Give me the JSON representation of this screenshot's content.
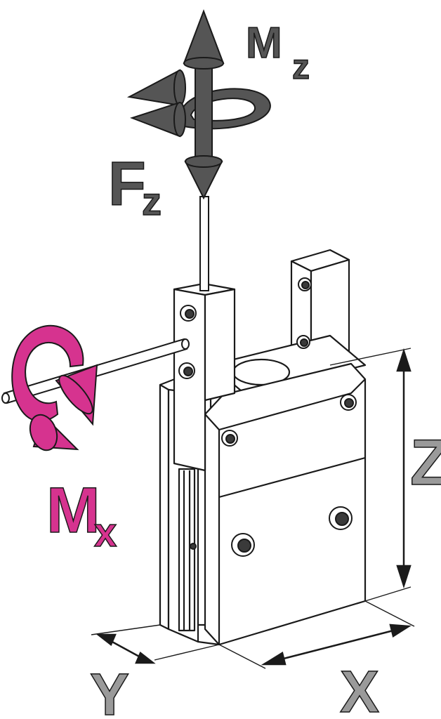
{
  "labels": {
    "mz": {
      "main": "M",
      "sub": "z"
    },
    "fz": {
      "main": "F",
      "sub": "z"
    },
    "mx": {
      "main": "M",
      "sub": "x"
    },
    "z": "Z",
    "y": "Y",
    "x": "X"
  },
  "colors": {
    "stroke": "#1a1a1a",
    "dark_gray": "#555555",
    "light_gray": "#9a9a9a",
    "magenta": "#d6338f",
    "body_fill": "#ffffff",
    "hole": "#3a3a3a"
  }
}
